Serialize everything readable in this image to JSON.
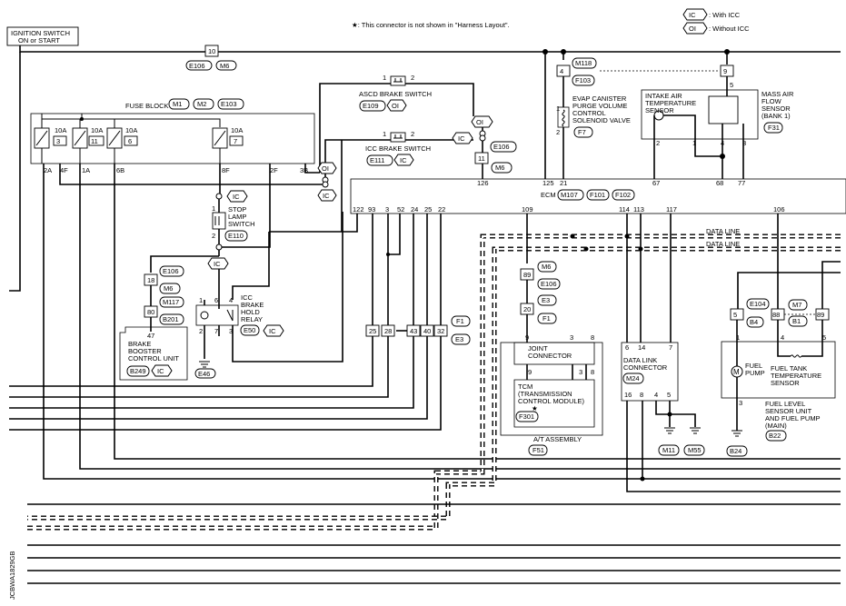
{
  "legend": {
    "star_note": "★: This connector is not shown in \"Harness Layout\".",
    "ic_tag": "IC",
    "ic_desc": ": With ICC",
    "oi_tag": "OI",
    "oi_desc": ": Without ICC"
  },
  "ignition": {
    "line1": "IGNITION SWITCH",
    "line2": "ON or START"
  },
  "fuse_block": {
    "title": "FUSE BLOCK (J/B)",
    "connectors": [
      "M1",
      "M2",
      "E103"
    ],
    "fuses": [
      {
        "amp": "10A",
        "num": "3"
      },
      {
        "amp": "10A",
        "num": "11"
      },
      {
        "amp": "10A",
        "num": "6"
      },
      {
        "amp": "10A",
        "num": "7"
      }
    ],
    "pins": [
      "2A",
      "4F",
      "1A",
      "6B",
      "8F",
      "2F",
      "3B"
    ]
  },
  "top_connector": {
    "pin": "10",
    "conns": [
      "E106",
      "M6"
    ]
  },
  "asc_switch": {
    "title": "ASCD BRAKE SWITCH",
    "pin1": "1",
    "pin2": "2",
    "conn": "E109",
    "tag": "OI"
  },
  "icc_switch": {
    "title": "ICC BRAKE SWITCH",
    "pin1": "1",
    "pin2": "2",
    "conn": "E111",
    "tag": "IC"
  },
  "branch": {
    "tag_oi": "OI",
    "tag_ic": "IC",
    "pin": "11",
    "conns": [
      "E106",
      "M6"
    ],
    "ecm_pin": "126"
  },
  "stop_lamp": {
    "title1": "STOP",
    "title2": "LAMP",
    "title3": "SWITCH",
    "conn": "E110",
    "tag": "IC",
    "pin1": "1",
    "pin2": "2",
    "tag2": "IC"
  },
  "relay": {
    "title1": "ICC",
    "title2": "BRAKE",
    "title3": "HOLD",
    "title4": "RELAY",
    "conn": "E50",
    "tag": "IC",
    "pins": [
      "1",
      "6",
      "4",
      "2",
      "7",
      "3"
    ],
    "ground": "E46"
  },
  "booster": {
    "conn_pins": [
      "18",
      "80",
      "47"
    ],
    "conns": [
      "E106",
      "M6",
      "M117",
      "B201"
    ],
    "title1": "BRAKE",
    "title2": "BOOSTER",
    "title3": "CONTROL UNIT",
    "conn": "B249",
    "tag": "IC"
  },
  "evap": {
    "pins": [
      "4",
      "1",
      "2"
    ],
    "conns": [
      "M118",
      "F103",
      "F7"
    ],
    "title1": "EVAP CANISTER",
    "title2": "PURGE VOLUME",
    "title3": "CONTROL",
    "title4": "SOLENOID VALVE"
  },
  "maf": {
    "pin": "9",
    "pins": [
      "5",
      "2",
      "1",
      "4",
      "3"
    ],
    "iat1": "INTAKE AIR",
    "iat2": "TEMPERATURE",
    "iat3": "SENSOR",
    "maf1": "MASS AIR",
    "maf2": "FLOW",
    "maf3": "SENSOR",
    "maf4": "(BANK 1)",
    "conn": "F31"
  },
  "ecm": {
    "title": "ECM",
    "conns": [
      "M107",
      "F101",
      "F102"
    ],
    "pins_top": [
      "125",
      "21",
      "67",
      "68",
      "77"
    ],
    "pins": [
      "122",
      "93",
      "3",
      "52",
      "24",
      "25",
      "22",
      "109",
      "114",
      "113",
      "117",
      "106"
    ]
  },
  "data_line": {
    "label1": "DATA LINE",
    "label2": "DATA LINE"
  },
  "f1_row": {
    "pins": [
      "25",
      "28",
      "43",
      "40",
      "32"
    ],
    "conns": [
      "F1",
      "E3"
    ]
  },
  "at_conn": {
    "pins": [
      "89",
      "20"
    ],
    "conns": [
      "M6",
      "E106",
      "E3",
      "F1"
    ]
  },
  "joint": {
    "title1": "JOINT",
    "title2": "CONNECTOR",
    "pins_top": [
      "9",
      "3",
      "8"
    ],
    "pins_bottom": [
      "9",
      "3",
      "8"
    ]
  },
  "tcm": {
    "title1": "TCM",
    "title2": "(TRANSMISSION",
    "title3": "CONTROL MODULE)",
    "star": "★",
    "conn": "F301"
  },
  "at_assembly": {
    "title": "A/T ASSEMBLY",
    "conn": "F51"
  },
  "dlc": {
    "title1": "DATA LINK",
    "title2": "CONNECTOR",
    "conn": "M24",
    "pins_top": [
      "6",
      "14",
      "7"
    ],
    "pins_bottom": [
      "16",
      "8",
      "4",
      "5"
    ],
    "grounds": [
      "M11",
      "M55"
    ]
  },
  "fuel": {
    "pins": [
      "5",
      "88",
      "89",
      "1",
      "4",
      "5",
      "3"
    ],
    "conns": [
      "E104",
      "B4",
      "M7",
      "B1"
    ],
    "pump1": "FUEL",
    "pump2": "PUMP",
    "fts1": "FUEL TANK",
    "fts2": "TEMPERATURE",
    "fts3": "SENSOR",
    "unit1": "FUEL LEVEL",
    "unit2": "SENSOR UNIT",
    "unit3": "AND FUEL PUMP",
    "unit4": "(MAIN)",
    "conn": "B22",
    "ground": "B24"
  },
  "footer_code": "JCBWA1829GB"
}
